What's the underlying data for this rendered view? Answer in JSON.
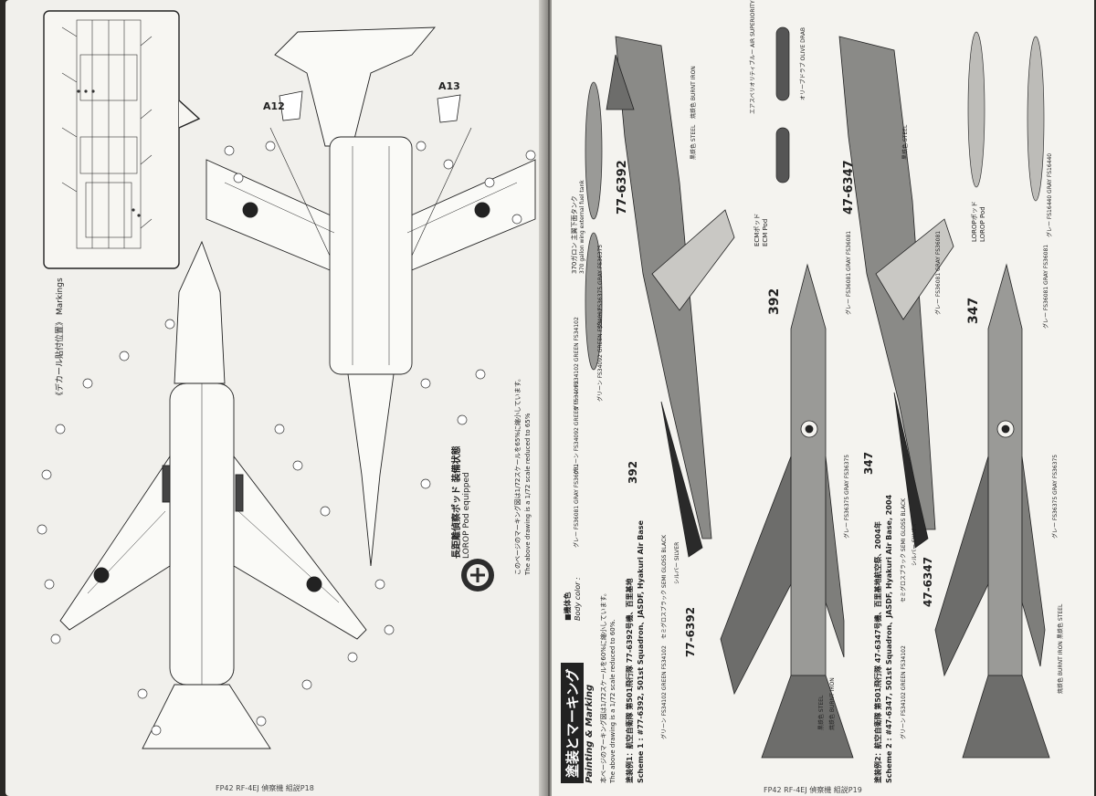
{
  "left_page": {
    "markings_heading": "《デカール貼付位置》 Markings",
    "lorop_ja": "長距離偵察ポッド 装備状態",
    "lorop_en": "LOROP Pod equipped",
    "scale_note_ja": "このページのマーキング図は1/72スケールを65%に縮小しています。",
    "scale_note_en": "The above drawing is a 1/72 scale reduced to 65%",
    "part_a12": "A12",
    "part_a13": "A13",
    "footer": "FP42 RF-4EJ 偵察機 組説P18"
  },
  "right_page": {
    "section_title_ja": "塗装とマーキング",
    "section_title_en": "Painting & Marking",
    "scale_note_ja": "本ページのマーキング図は1/72スケールを60%に縮小しています。",
    "scale_note_en": "The above drawing is a 1/72 scale reduced to 60%.",
    "scheme1_ja": "塗装例1：航空自衛隊 第501飛行隊 77-6392号機、百里基地",
    "scheme1_en": "Scheme 1 : #77-6392, 501st Squadron、JASDF, Hyakuri Air Base",
    "scheme2_ja": "塗装例2：航空自衛隊 第501飛行隊 47-6347号機、百里基地航空祭、2004年",
    "scheme2_en": "Scheme 2 : #47-6347, 501st Squadron、JASDF, Hyakuri Air Base, 2004",
    "body_color_ja": "■機体色",
    "body_color_en": "Body color :",
    "colors": {
      "gray_36081": "グレー FS36081 GRAY FS36081",
      "green_34092": "グリーン FS34092 GREEN FS34092",
      "gray_36375": "グレー FS36375 GRAY FS36375",
      "green_34102": "グリーン FS34102 GREEN FS34102",
      "semi_gloss_black": "セミグロスブラック SEMI GLOSS BLACK",
      "silver": "シルバー SILVER",
      "steel": "黒鉄色 STEEL",
      "burnt_iron": "焼鉄色 BURNT IRON",
      "air_superiority_blue": "エアスペリオリティブルー AIR SUPERIORITY BLUE",
      "olive_drab": "オリーブドラブ OLIVE DRAB",
      "gray_16440": "グレー FS16440 GRAY FS16440"
    },
    "fuel_tank_ja": "370ガロン 主翼下面タンク",
    "fuel_tank_en": "370 gallon wing external fuel tank",
    "ecm_pod_ja": "ECMポッド",
    "ecm_pod_en": "ECM Pod",
    "lorop_pod_ja": "LOROPポッド",
    "lorop_pod_en": "LOROP Pod",
    "serial1": "77-6392",
    "serial1_short": "392",
    "serial2": "47-6347",
    "serial2_short": "347",
    "footer": "FP42 RF-4EJ 偵察機 組説P19"
  },
  "accent": {
    "ink": "#1e1e1e",
    "camo_dark": "#6d6d6b",
    "camo_mid": "#9a9a97",
    "camo_light": "#c9c8c4"
  }
}
